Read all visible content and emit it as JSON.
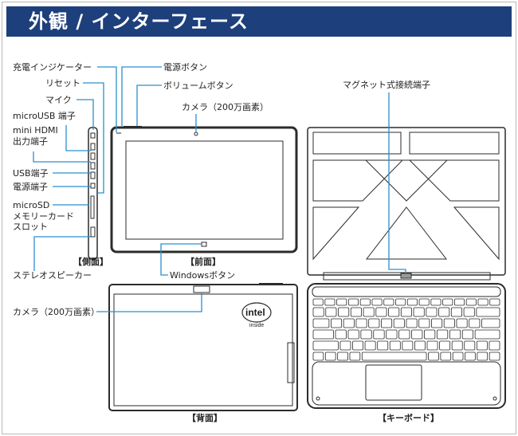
{
  "header": {
    "title": "外観 / インターフェース"
  },
  "colors": {
    "header": "#1d3f7c",
    "leader_line": "#2b8fd0",
    "outline": "#333333"
  },
  "side_labels": {
    "charge_indicator": "充電インジケーター",
    "reset": "リセット",
    "mic": "マイク",
    "micro_usb": "microUSB 端子",
    "mini_hdmi_1": "mini HDMI",
    "mini_hdmi_2": "出力端子",
    "usb": "USB端子",
    "power_port": "電源端子",
    "microsd_1": "microSD",
    "microsd_2": "メモリーカード",
    "microsd_3": "スロット",
    "speaker": "ステレオスピーカー"
  },
  "front_labels": {
    "power_button": "電源ボタン",
    "volume_button": "ボリュームボタン",
    "camera": "カメラ（200万画素）",
    "windows_button": "Windowsボタン"
  },
  "back_labels": {
    "camera": "カメラ（200万画素）",
    "logo_brand": "intel",
    "logo_sub": "inside"
  },
  "keyboard_labels": {
    "connector": "マグネット式接続端子"
  },
  "captions": {
    "side": "【側面】",
    "front": "【前面】",
    "back": "【背面】",
    "keyboard": "【キーボード】"
  }
}
